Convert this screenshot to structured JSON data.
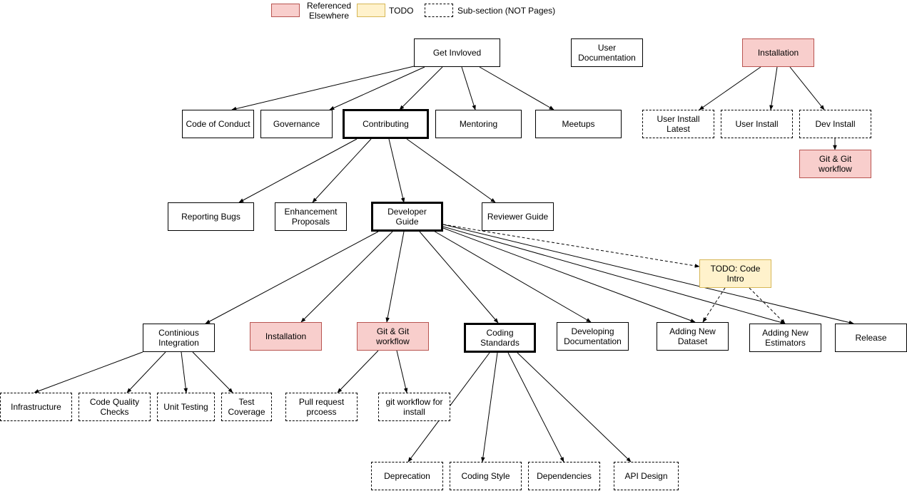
{
  "legend": {
    "items": [
      {
        "id": "ref",
        "label": "Referenced\nElsewhere",
        "color": "#f8cecc",
        "border": "#b85450"
      },
      {
        "id": "todo",
        "label": "TODO",
        "color": "#fff2cc",
        "border": "#d6b656"
      },
      {
        "id": "sub",
        "label": "Sub-section (NOT Pages)",
        "color": "#ffffff",
        "border": "#000000",
        "dashed": true
      }
    ]
  },
  "nodes": {
    "get_involved": "Get Invloved",
    "user_documentation": "User\nDocumentation",
    "installation_top": "Installation",
    "code_of_conduct": "Code of Conduct",
    "governance": "Governance",
    "contributing": "Contributing",
    "mentoring": "Mentoring",
    "meetups": "Meetups",
    "user_install_latest": "User Install\nLatest",
    "user_install": "User Install",
    "dev_install": "Dev Install",
    "git_workflow_top": "Git & Git workflow",
    "reporting_bugs": "Reporting Bugs",
    "enhancement_proposals": "Enhancement\nProposals",
    "developer_guide": "Developer Guide",
    "reviewer_guide": "Reviewer Guide",
    "todo_code_intro": "TODO: Code Intro",
    "continuous_integration": "Continious\nIntegration",
    "installation_mid": "Installation",
    "git_workflow_mid": "Git & Git workflow",
    "coding_standards": "Coding\nStandards",
    "developing_documentation": "Developing\nDocumentation",
    "adding_new_dataset": "Adding New\nDataset",
    "adding_new_estimators": "Adding New\nEstimators",
    "release": "Release",
    "infrastructure": "Infrastructure",
    "code_quality_checks": "Code Quality\nChecks",
    "unit_testing": "Unit Testing",
    "test_coverage": "Test\nCoverage",
    "pull_request_process": "Pull request\nprcoess",
    "git_workflow_for_install": "git workflow for\ninstall",
    "deprecation": "Deprecation",
    "coding_style": "Coding Style",
    "dependencies": "Dependencies",
    "api_design": "API Design"
  },
  "styles": {
    "ref_fill": "#f8cecc",
    "ref_stroke": "#b85450",
    "todo_fill": "#fff2cc",
    "todo_stroke": "#d6b656"
  }
}
